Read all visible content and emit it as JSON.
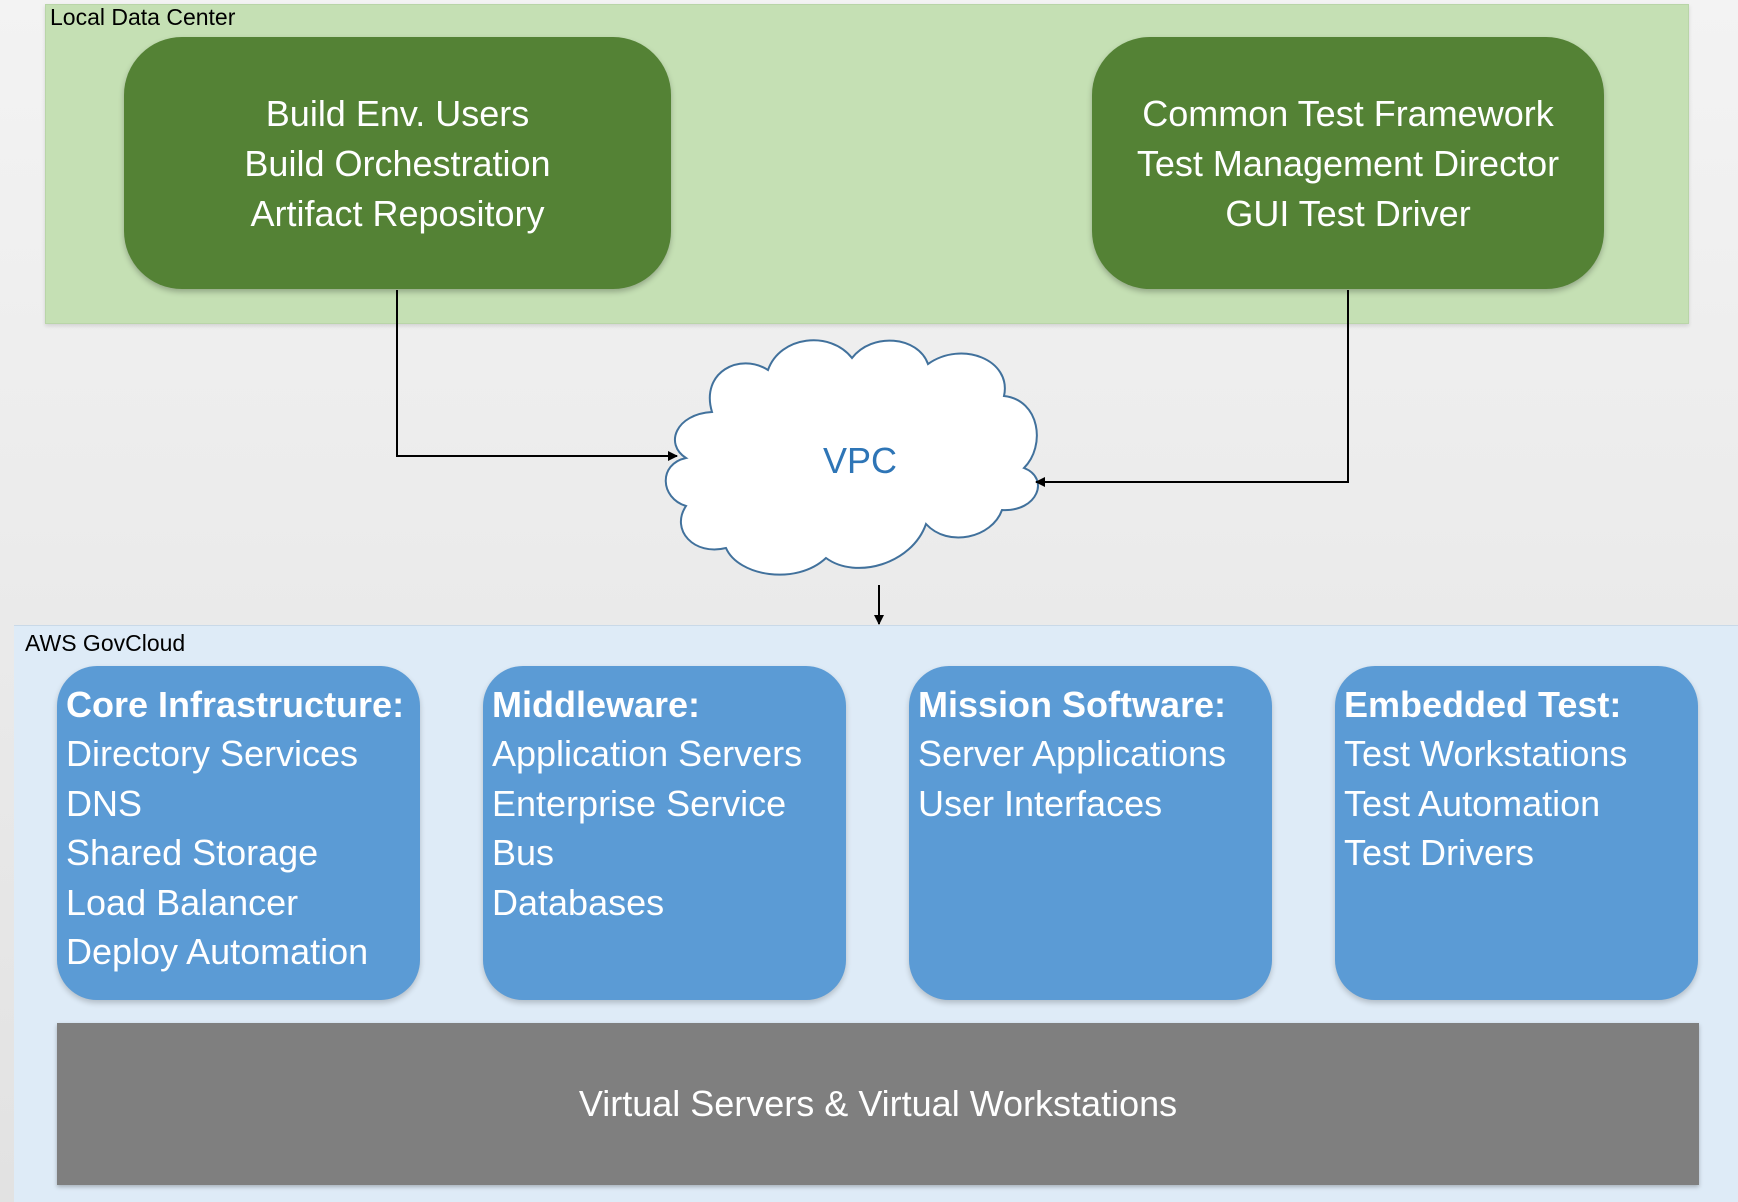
{
  "local_data_center": {
    "label": "Local Data Center",
    "build_box": {
      "lines": [
        "Build Env. Users",
        "Build Orchestration",
        "Artifact Repository"
      ]
    },
    "test_box": {
      "lines": [
        "Common Test Framework",
        "Test Management Director",
        "GUI Test Driver"
      ]
    }
  },
  "cloud": {
    "label": "VPC"
  },
  "aws_govcloud": {
    "label": "AWS GovCloud",
    "boxes": [
      {
        "title": "Core Infrastructure:",
        "items": [
          "Directory Services",
          "DNS",
          "Shared Storage",
          "Load Balancer",
          "Deploy Automation"
        ]
      },
      {
        "title": "Middleware:",
        "items": [
          "Application Servers",
          "Enterprise Service",
          "Bus",
          "Databases"
        ]
      },
      {
        "title": "Mission Software:",
        "items": [
          "Server Applications",
          "User Interfaces"
        ]
      },
      {
        "title": "Embedded Test:",
        "items": [
          "Test Workstations",
          "Test Automation",
          "Test Drivers"
        ]
      }
    ],
    "base_bar": "Virtual Servers & Virtual Workstations"
  },
  "colors": {
    "local_zone": "#c5e0b4",
    "green_box": "#548235",
    "aws_zone": "#deebf7",
    "blue_box": "#5b9bd5",
    "base_bar": "#7f7f7f",
    "cloud_text": "#2e75b6"
  }
}
